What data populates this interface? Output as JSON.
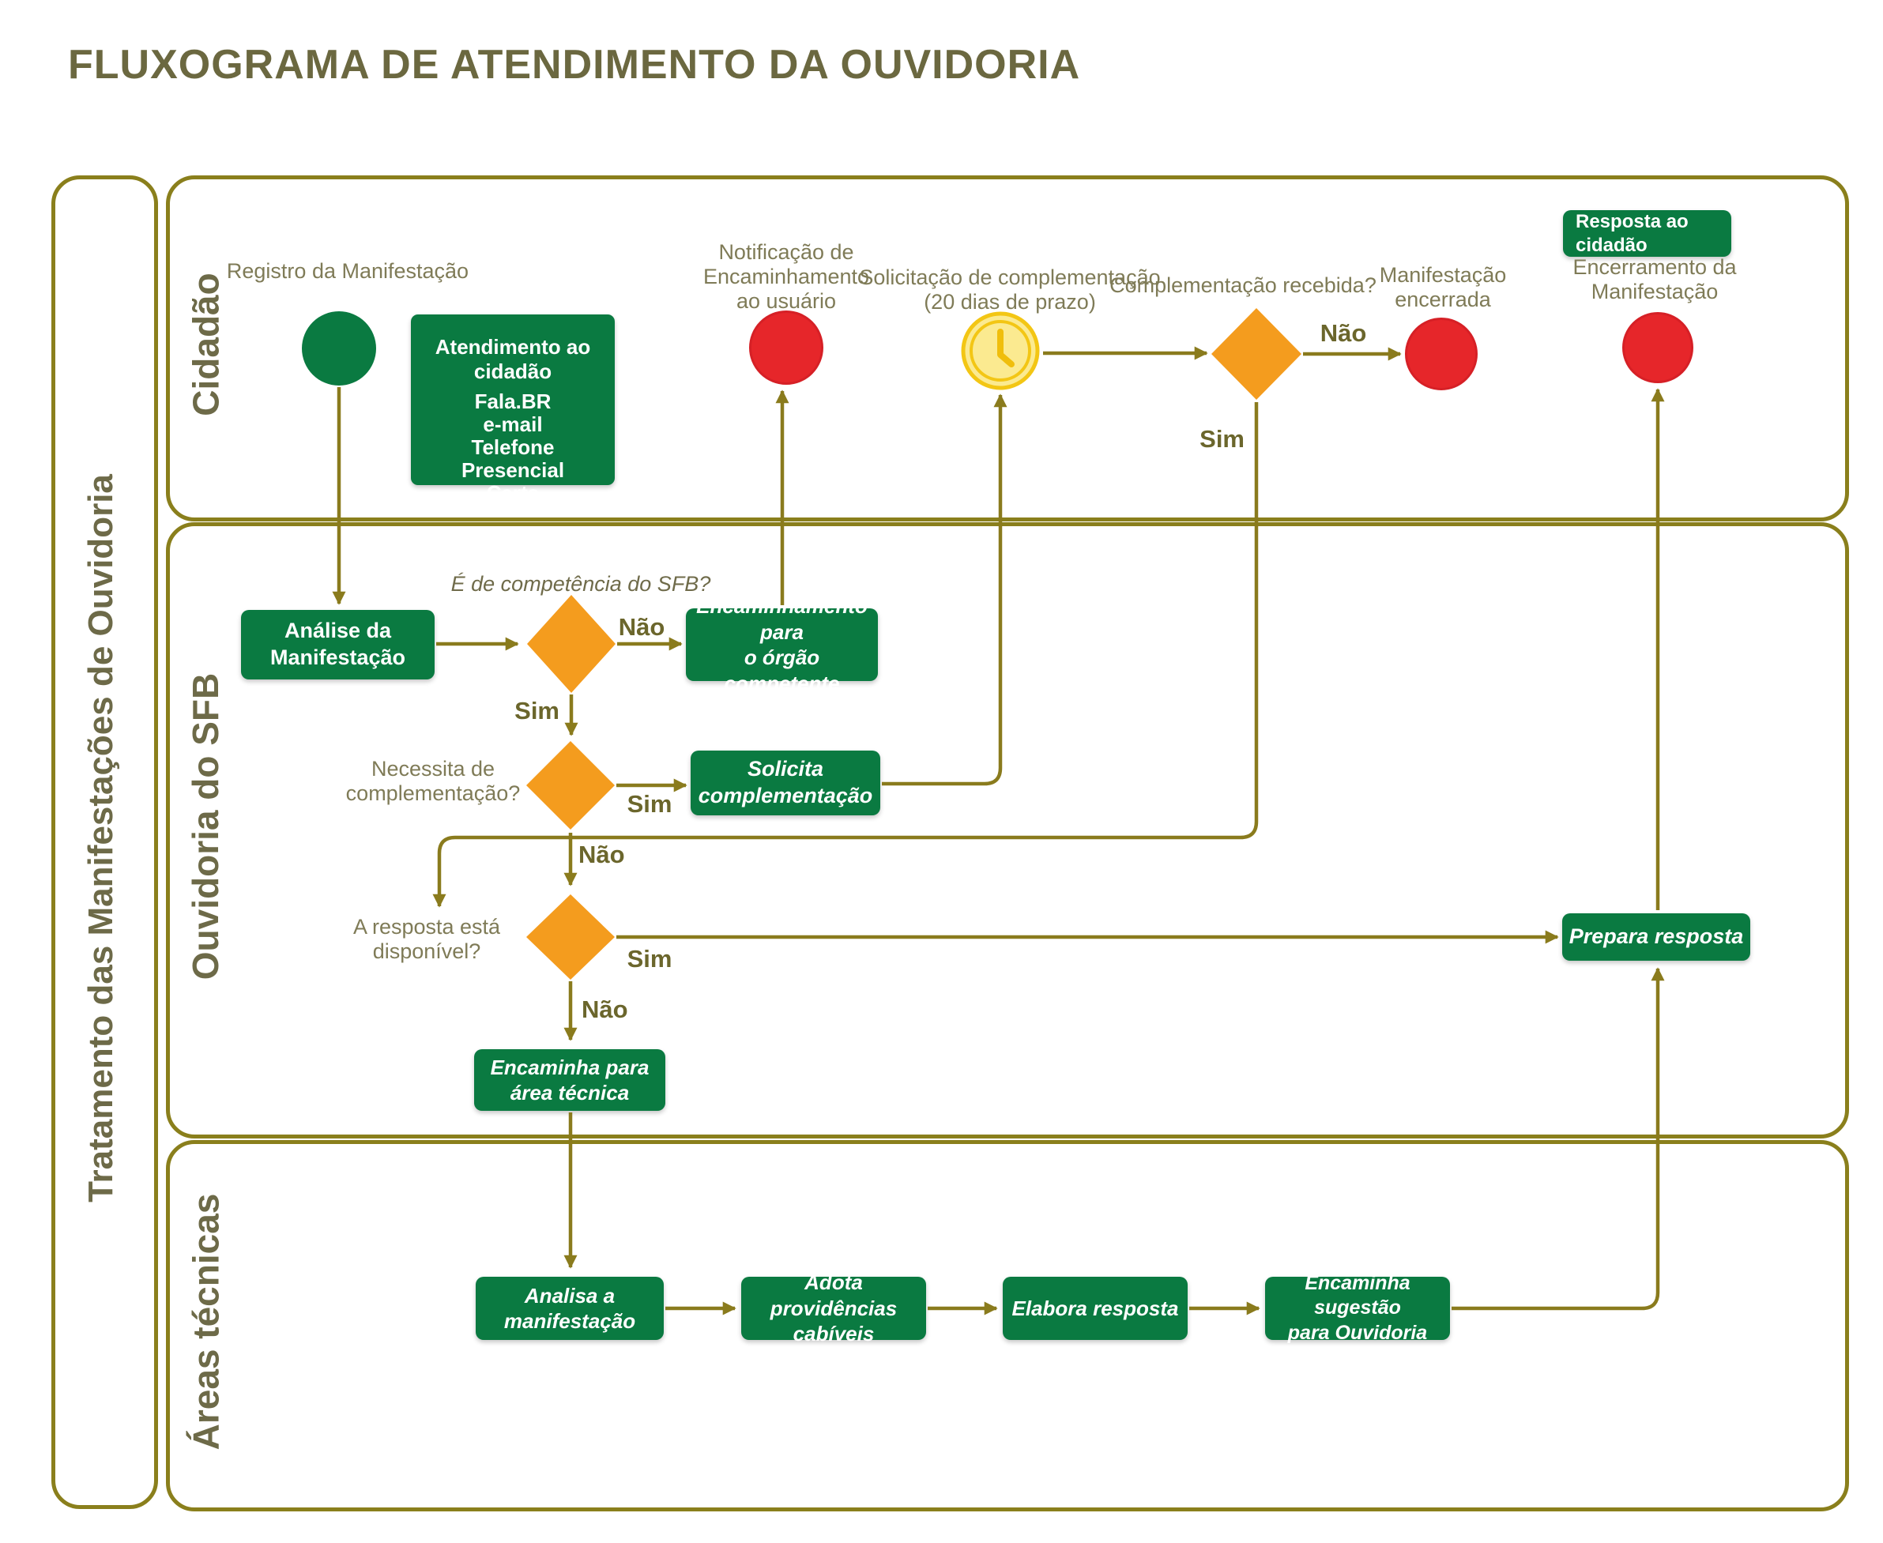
{
  "title": "FLUXOGRAMA DE ATENDIMENTO DA OUVIDORIA",
  "group": {
    "label": "Tratamento das Manifestações de Ouvidoria"
  },
  "lanes": [
    {
      "id": "cidadao",
      "label": "Cidadão"
    },
    {
      "id": "ouvidoria-sfb",
      "label": "Ouvidoria do SFB"
    },
    {
      "id": "areas-tecnicas",
      "label": "Áreas técnicas"
    }
  ],
  "nodes": {
    "registro_label": "Registro da Manifestação",
    "atendimento_title": "Atendimento ao cidadão",
    "atendimento_channels": [
      "Fala.BR",
      "e-mail",
      "Telefone",
      "Presencial",
      "Carta"
    ],
    "notificacao_label": "Notificação de\nEncaminhamento\nao usuário",
    "solicitacao_label": "Solicitação de complementação\n(20 dias de prazo)",
    "complementacao_question": "Complementação recebida?",
    "encerrada_label": "Manifestação\nencerrada",
    "resposta_cidadao": "Resposta ao\ncidadão",
    "encerramento_label": "Encerramento da\nManifestação",
    "analise": "Análise da\nManifestação",
    "competencia_question": "É de competência do SFB?",
    "encaminhamento_orgao": "Encaminhamento para\no órgão competente",
    "necessita_question": "Necessita de\ncomplementação?",
    "solicita": "Solicita\ncomplementação",
    "disponivel_question": "A resposta está\ndisponível?",
    "encaminha_area": "Encaminha para\nárea técnica",
    "analisa": "Analisa a\nmanifestação",
    "adota": "Adota providências\ncabíveis",
    "elabora": "Elabora resposta",
    "encaminha_sugestao": "Encaminha sugestão\npara Ouvidoria",
    "prepara": "Prepara resposta"
  },
  "edge_labels": {
    "yes": "Sim",
    "no": "Não"
  },
  "colors": {
    "accent_green": "#0a7a41",
    "event_red": "#e6262a",
    "decision_orange": "#f49c1e",
    "clock_gold": "#f3c614",
    "clock_face": "#fbea90",
    "lane_border": "#8a7f1c",
    "connector": "#8a7b1d",
    "title_text": "#6b6840",
    "lane_label_text": "#6d6a48",
    "caption_text": "#7f7b57",
    "yesno_text": "#6b662c"
  }
}
